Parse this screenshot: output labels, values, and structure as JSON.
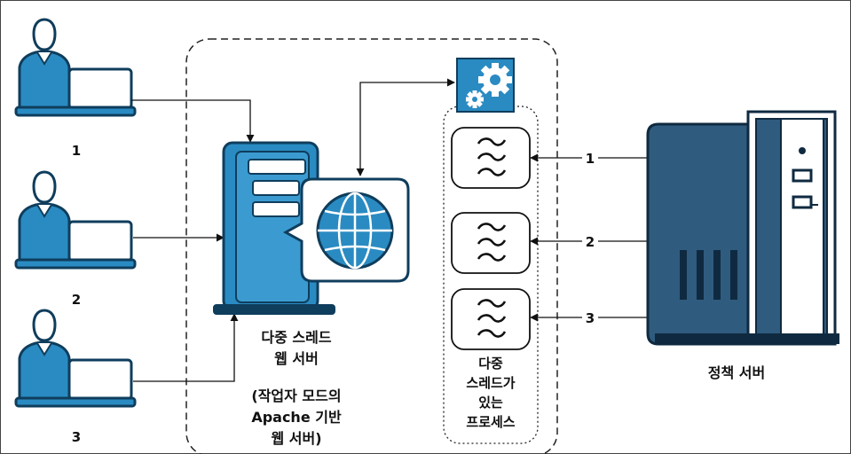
{
  "clients": [
    {
      "label": "1"
    },
    {
      "label": "2"
    },
    {
      "label": "3"
    }
  ],
  "web_server": {
    "name_lines": [
      "다중 스레드",
      "웹 서버"
    ],
    "detail_lines": [
      "(작업자 모드의",
      "Apache 기반",
      "웹 서버)"
    ]
  },
  "process": {
    "label_lines": [
      "다중",
      "스레드가",
      "있는",
      "프로세스"
    ],
    "threads": [
      "thread-1",
      "thread-2",
      "thread-3"
    ]
  },
  "policy_server": {
    "label": "정책 서버"
  },
  "connections": [
    {
      "label": "1"
    },
    {
      "label": "2"
    },
    {
      "label": "3"
    }
  ],
  "colors": {
    "blue": "#2a8bc2",
    "dark_blue": "#0f3d5c",
    "server_blue": "#2f5b7e",
    "line": "#111111"
  },
  "icons": {
    "client": "user-with-laptop-icon",
    "web_server": "server-tower-icon",
    "globe": "globe-icon",
    "gears": "gears-icon",
    "thread": "thread-wave-icon",
    "policy_server": "policy-server-icon"
  }
}
